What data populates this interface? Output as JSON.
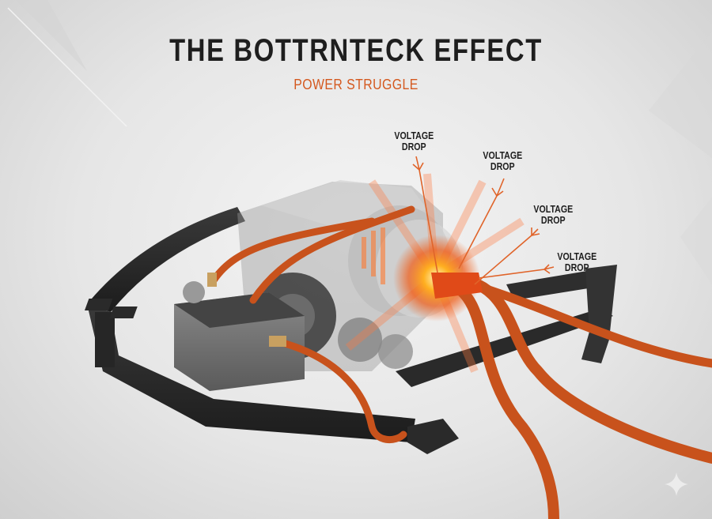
{
  "header": {
    "title": "THE BOTTRNTECK EFFECT",
    "subtitle": "POWER STRUGGLE"
  },
  "callouts": [
    {
      "line1": "VOLTAGE",
      "line2": "DROP"
    },
    {
      "line1": "VOLTAGE",
      "line2": "DROP"
    },
    {
      "line1": "VOLTAGE",
      "line2": "DROP"
    },
    {
      "line1": "VOLTAGE",
      "line2": "DROP"
    }
  ],
  "illustration": {
    "subject": "car-engine-bay-cutaway",
    "components": [
      "chassis-frame",
      "battery",
      "alternator",
      "engine-block",
      "orange-braided-cables",
      "glowing-alternator-core"
    ]
  },
  "colors": {
    "accent": "#d4581e",
    "cable": "#c8521c",
    "glow": "#ffb020",
    "frame": "#2b2b2b",
    "title": "#1e1e1e",
    "background": "#e6e6e6"
  },
  "watermark": {
    "icon": "sparkle-icon"
  }
}
